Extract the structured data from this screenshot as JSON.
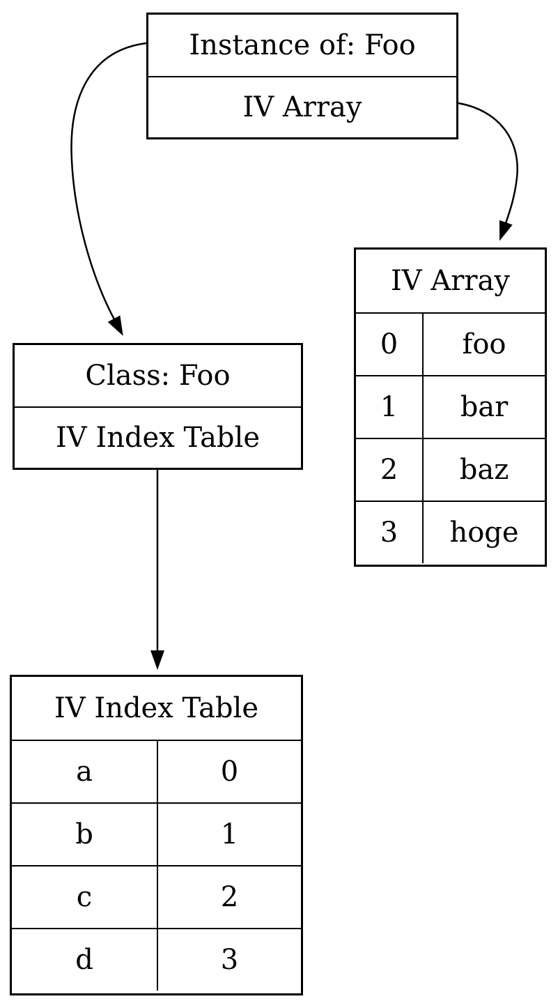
{
  "diagram": {
    "background_color": "#ffffff",
    "line_color": "#000000",
    "nodes": {
      "instance": {
        "row1": "Instance of: Foo",
        "row2": "IV Array"
      },
      "class": {
        "row1": "Class: Foo",
        "row2": "IV Index Table"
      },
      "iv_array": {
        "title": "IV Array",
        "rows": [
          [
            "0",
            "foo"
          ],
          [
            "1",
            "bar"
          ],
          [
            "2",
            "baz"
          ],
          [
            "3",
            "hoge"
          ]
        ]
      },
      "iv_index_table": {
        "title": "IV Index Table",
        "rows": [
          [
            "a",
            "0"
          ],
          [
            "b",
            "1"
          ],
          [
            "c",
            "2"
          ],
          [
            "d",
            "3"
          ]
        ]
      }
    },
    "edges": [
      {
        "from": "instance",
        "to": "class"
      },
      {
        "from": "instance.iv-array-slot",
        "to": "iv-array-table"
      },
      {
        "from": "class.iv-index-table-slot",
        "to": "iv-index-table"
      }
    ]
  }
}
